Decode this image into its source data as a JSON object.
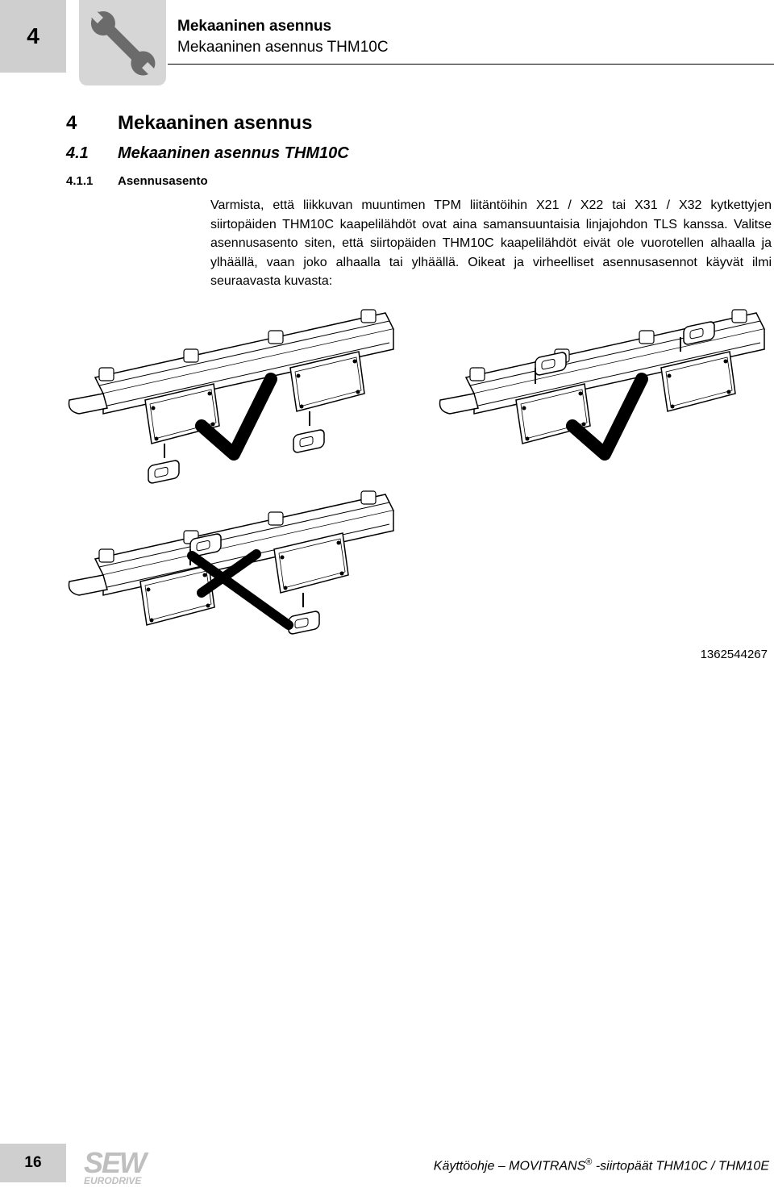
{
  "header": {
    "chapter_tab": "4",
    "title": "Mekaaninen asennus",
    "subtitle": "Mekaaninen asennus THM10C",
    "icon": "wrench-icon"
  },
  "headings": {
    "h1_num": "4",
    "h1_text": "Mekaaninen asennus",
    "h2_num": "4.1",
    "h2_text": "Mekaaninen asennus THM10C",
    "h3_num": "4.1.1",
    "h3_text": "Asennusasento"
  },
  "body": {
    "paragraph": "Varmista, että liikkuvan muuntimen TPM liitäntöihin X21 / X22 tai X31 / X32 kytkettyjen siirtopäiden THM10C kaapelilähdöt ovat aina samansuuntaisia linjajohdon TLS kanssa. Valitse asennusasento siten, että siirtopäiden THM10C kaapelilähdöt eivät ole vuorotellen alhaalla ja ylhäällä, vaan joko alhaalla tai ylhäällä. Oikeat ja virheelliset asennusasennot käyvät ilmi seuraavasta kuvasta:"
  },
  "figure": {
    "id": "1362544267",
    "panels": [
      {
        "cable_exits": "down",
        "verdict": "correct",
        "mark_icon": "checkmark-icon"
      },
      {
        "cable_exits": "up",
        "verdict": "correct",
        "mark_icon": "checkmark-icon"
      },
      {
        "cable_exits": "mixed",
        "verdict": "incorrect",
        "mark_icon": "cross-icon"
      }
    ]
  },
  "footer": {
    "page_number": "16",
    "logo_text": "SEW",
    "logo_subtext": "EURODRIVE",
    "doc_prefix": "Käyttöohje – MOVITRANS",
    "registered_mark": "®",
    "doc_suffix": " -siirtopäät THM10C / THM10E"
  },
  "colors": {
    "tab_gray": "#cfcfcf",
    "icon_box_gray": "#d6d6d6",
    "logo_gray": "#bfbfbf"
  }
}
